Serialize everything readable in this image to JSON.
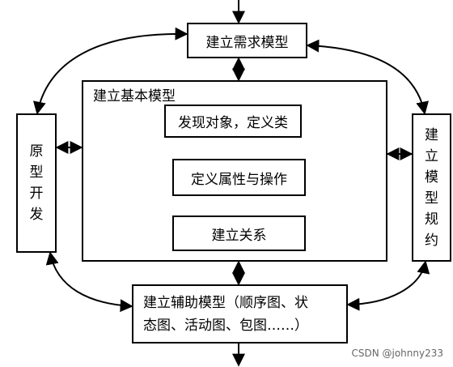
{
  "nodes": {
    "requirement": "建立需求模型",
    "basic_title": "建立基本模型",
    "discover": "发现对象，定义类",
    "define": "定义属性与操作",
    "relation": "建立关系",
    "prototype": [
      "原",
      "型",
      "开",
      "发"
    ],
    "spec": [
      "建",
      "立",
      "模",
      "型",
      "规",
      "约"
    ],
    "aux_line1": "建立辅助模型（顺序图、状",
    "aux_line2": "态图、活动图、包图……）"
  },
  "watermark": "CSDN @johnny233"
}
